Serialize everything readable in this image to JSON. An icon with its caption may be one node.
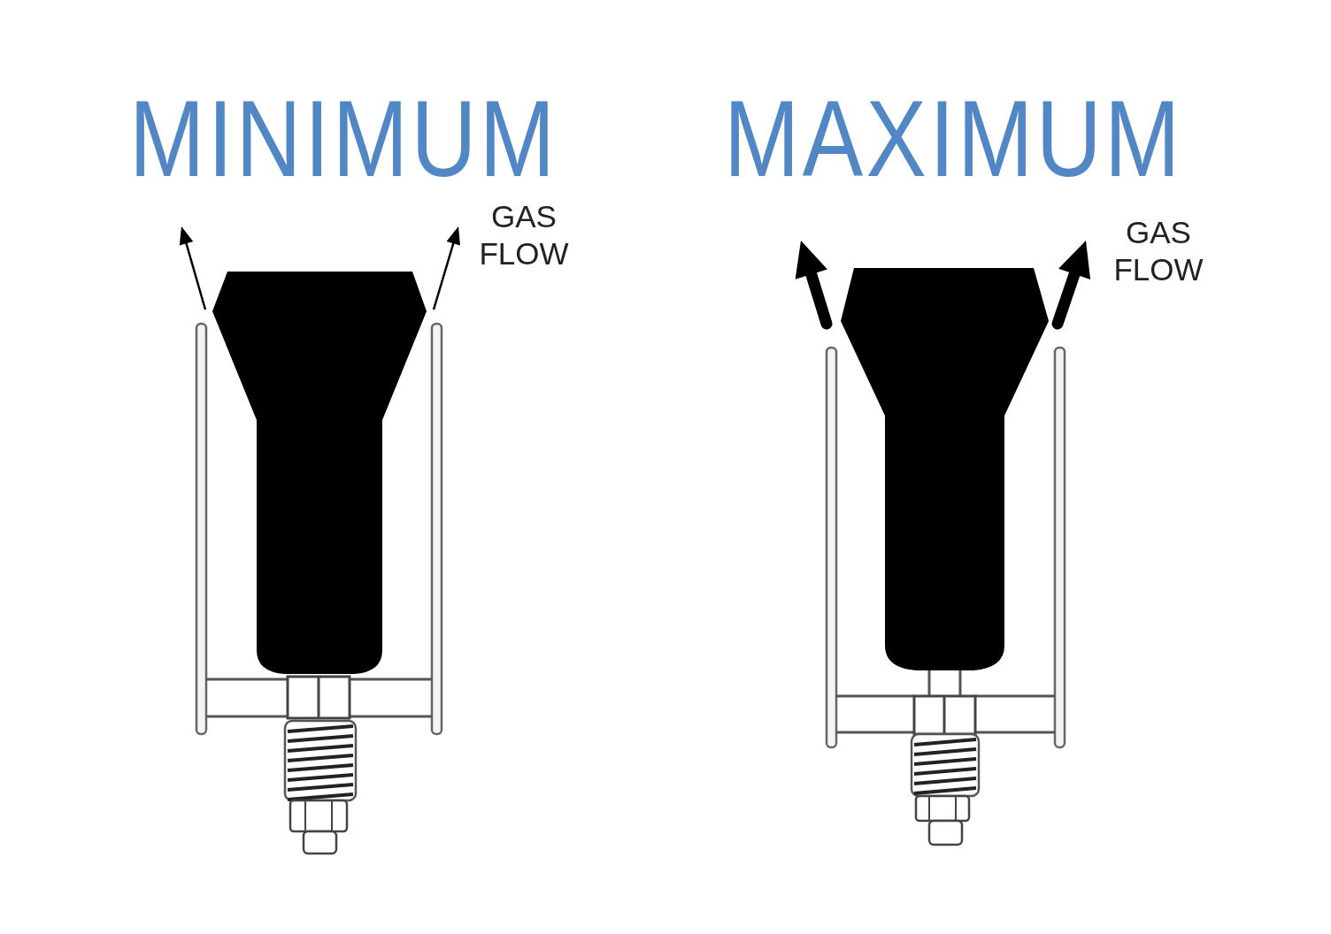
{
  "diagram": {
    "labels": [
      "MINIMUM",
      "MAXIMUM",
      "GAS FLOW",
      "GAS FLOW"
    ]
  }
}
